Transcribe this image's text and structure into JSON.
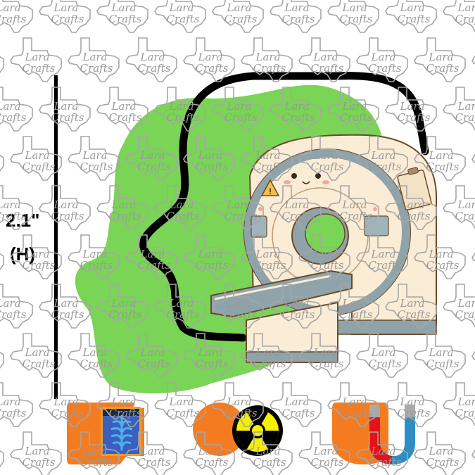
{
  "dimension": {
    "value": "2.1\"",
    "unit_label": "(H)"
  },
  "watermark": {
    "line1": "Lara",
    "line2": "Crafts",
    "shape": "texas-outline"
  },
  "colors": {
    "green_blob": "#7ad456",
    "outline": "#000000",
    "orange": "#f47b20",
    "mri_body": "#fbecd6",
    "mri_gray": "#8fa3ab",
    "mri_stroke": "#6a4a2a",
    "watermark": "#9a9a9a",
    "xray_blue": "#3a5fc0",
    "xray_bone": "#4fb0e8",
    "radiation_yellow": "#f5f000",
    "magnet_red": "#e3121b",
    "magnet_blue": "#2e8ec4"
  },
  "main_graphic": {
    "subject": "mri-scanner",
    "silhouette": "head-profile-outline"
  },
  "bottom_icons": [
    {
      "name": "xray-chest-icon",
      "backing": "orange-rounded-square"
    },
    {
      "name": "radiation-icon",
      "backing": "orange-circle"
    },
    {
      "name": "magnet-icon",
      "backing": "orange-u-shape"
    }
  ]
}
